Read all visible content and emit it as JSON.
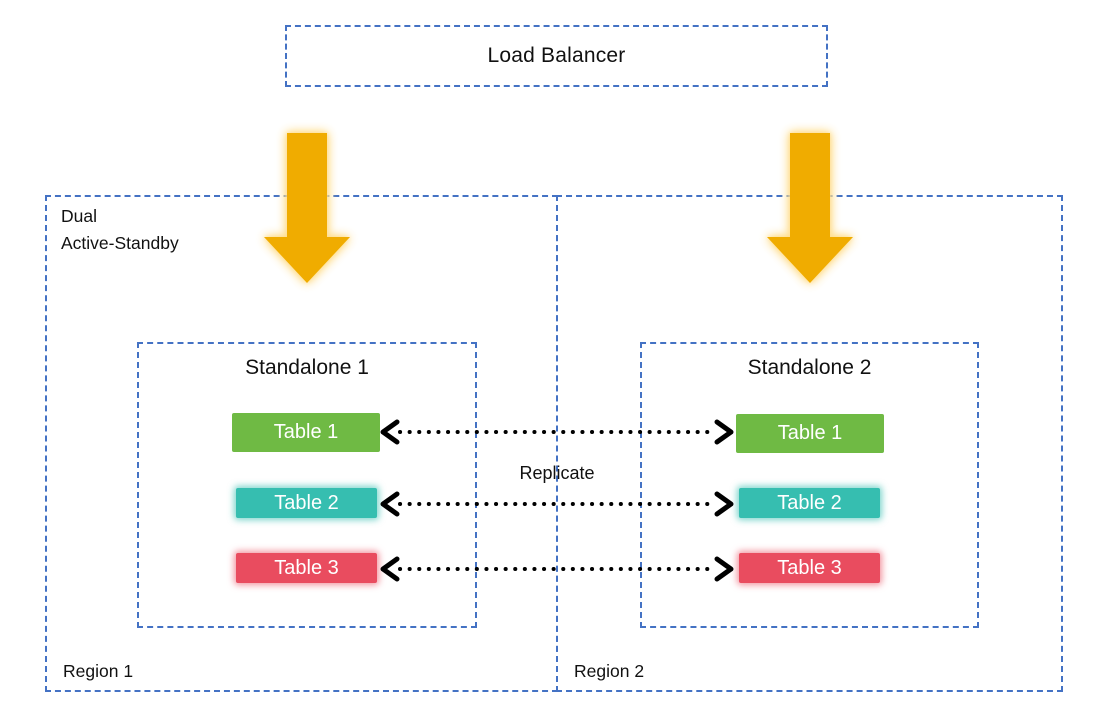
{
  "colors": {
    "border-blue": "#4472C4",
    "arrow-gold": "#F0AC00",
    "arrow-glow": "#FFDE8F",
    "table-green": "#6FBA44",
    "table-teal": "#36BEB0",
    "table-red": "#E94C5F"
  },
  "load_balancer": {
    "label": "Load Balancer"
  },
  "region1": {
    "label": "Region 1",
    "mode_line1": "Dual",
    "mode_line2": "Active-Standby"
  },
  "region2": {
    "label": "Region 2"
  },
  "standalone1": {
    "title": "Standalone 1",
    "tables": [
      "Table 1",
      "Table 2",
      "Table 3"
    ]
  },
  "standalone2": {
    "title": "Standalone 2",
    "tables": [
      "Table 1",
      "Table 2",
      "Table 3"
    ]
  },
  "replication": {
    "label": "Replicate"
  },
  "icons": {
    "down_arrow_left": "gold-down-arrow",
    "down_arrow_right": "gold-down-arrow",
    "replicate_arrows": "dotted-double-headed-arrow"
  }
}
